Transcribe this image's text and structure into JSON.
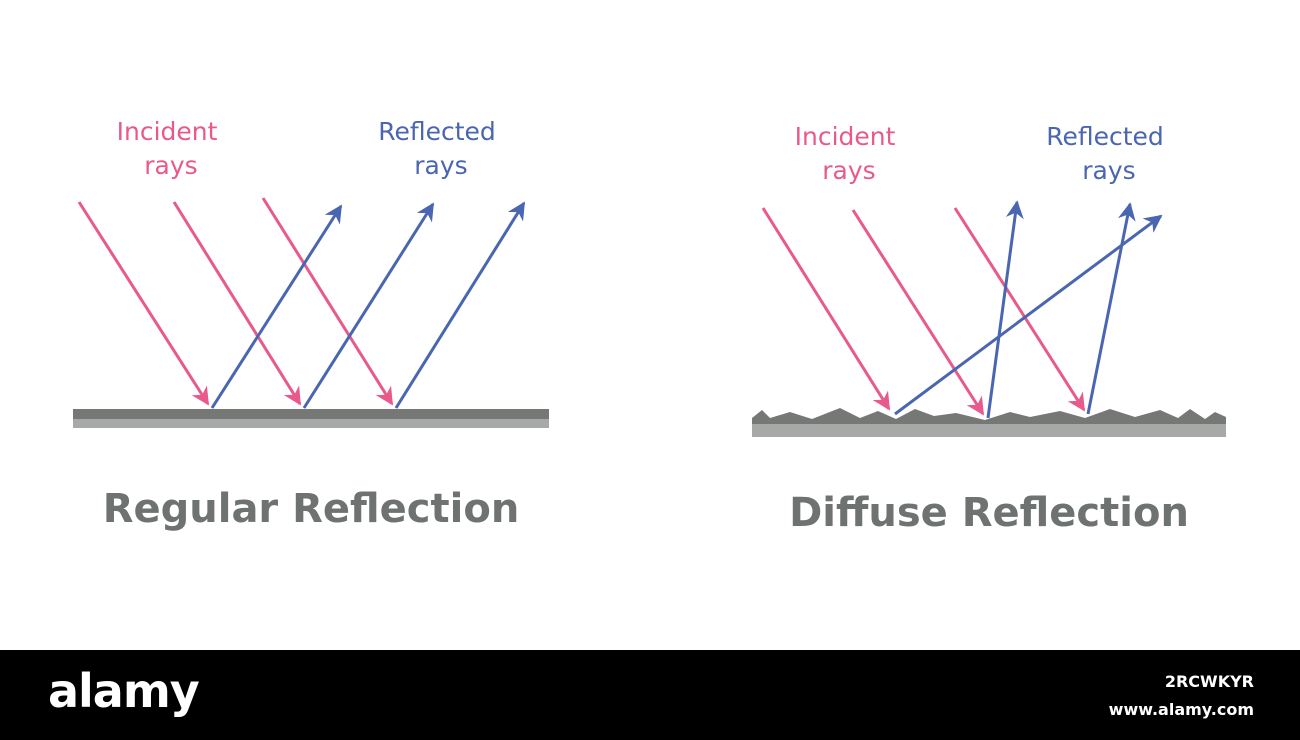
{
  "colors": {
    "incident": "#e85a8c",
    "reflected": "#4a66b0",
    "surface_dark": "#767876",
    "surface_light": "#a7a9a8",
    "caption": "#6e7372"
  },
  "regular": {
    "incident_label": [
      "Incident",
      "rays"
    ],
    "reflected_label": [
      "Reflected",
      "rays"
    ],
    "caption": "Regular Reflection"
  },
  "diffuse": {
    "incident_label": [
      "Incident",
      "rays"
    ],
    "reflected_label": [
      "Reflected",
      "rays"
    ],
    "caption": "Diffuse Reflection"
  },
  "watermark": {
    "brand": "alamy",
    "image_id": "2RCWKYR",
    "url": "www.alamy.com"
  }
}
